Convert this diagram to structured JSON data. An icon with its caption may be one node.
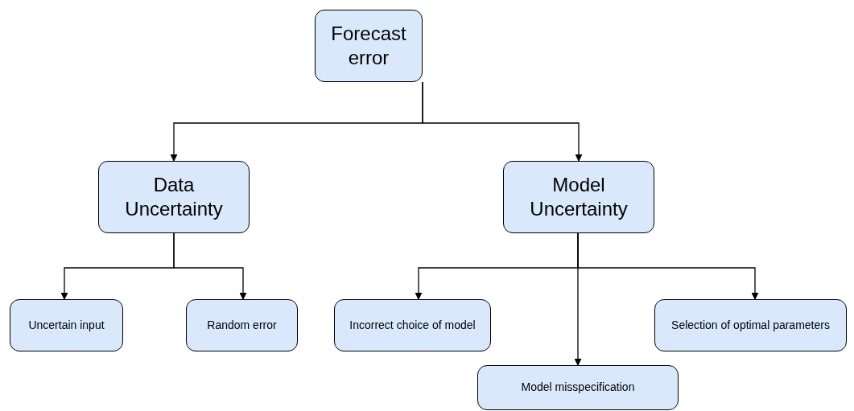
{
  "diagram": {
    "nodes": [
      {
        "text": [
          "Forecast error"
        ]
      },
      {
        "text": [
          "Data Uncertainty"
        ]
      },
      {
        "text": [
          "Model Uncertainty"
        ]
      },
      {
        "text": [
          "Uncertain input"
        ]
      },
      {
        "text": [
          "Random error"
        ]
      },
      {
        "text": [
          "Incorrect choice of model"
        ]
      },
      {
        "text": [
          "Selection of optimal parameters"
        ]
      },
      {
        "text": [
          "Model misspecification"
        ]
      }
    ],
    "edges": [
      {
        "from": 0,
        "to": 1,
        "arrow": "to"
      },
      {
        "from": 0,
        "to": 2,
        "arrow": "to"
      },
      {
        "from": 1,
        "to": 3,
        "arrow": "to"
      },
      {
        "from": 1,
        "to": 4,
        "arrow": "to"
      },
      {
        "from": 2,
        "to": 5,
        "arrow": "to"
      },
      {
        "from": 2,
        "to": 7,
        "arrow": "to"
      },
      {
        "from": 2,
        "to": 6,
        "arrow": "to"
      }
    ]
  }
}
